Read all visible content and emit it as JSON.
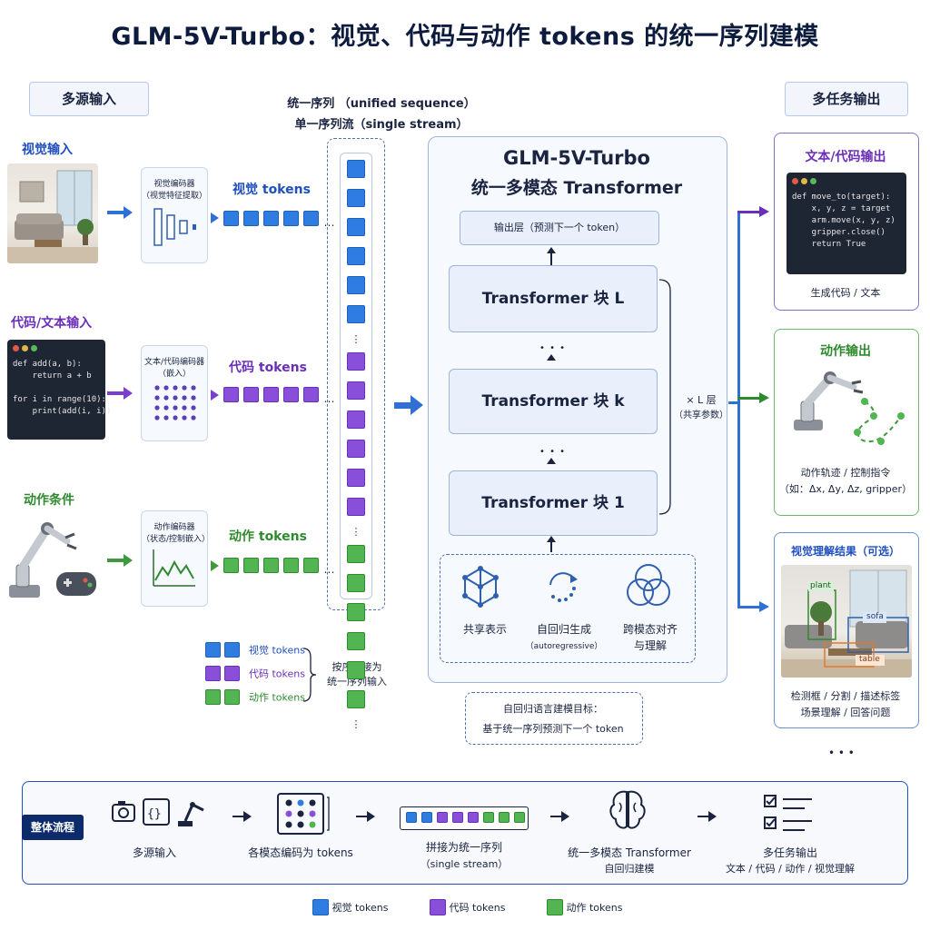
{
  "title": "GLM-5V-Turbo：视觉、代码与动作 tokens 的统一序列建模",
  "headers": {
    "input": "多源输入",
    "output": "多任务输出"
  },
  "seq_label": {
    "line1": "统一序列 （unified sequence）",
    "line2": "单一序列流（single stream）"
  },
  "inputs": {
    "visual": {
      "label": "视觉输入",
      "encoder_line1": "视觉编码器",
      "encoder_line2": "（视觉特征提取）",
      "tokens_label": "视觉 tokens"
    },
    "code": {
      "label": "代码/文本输入",
      "encoder_line1": "文本/代码编码器",
      "encoder_line2": "（嵌入）",
      "tokens_label": "代码 tokens",
      "code_lines": [
        "def add(a, b):",
        "    return a + b",
        "",
        "for i in range(10):",
        "    print(add(i, i))"
      ]
    },
    "action": {
      "label": "动作条件",
      "encoder_line1": "动作编码器",
      "encoder_line2": "（状态/控制嵌入）",
      "tokens_label": "动作 tokens"
    }
  },
  "ellipsis": "…",
  "vdots": "⋮",
  "legend_small": {
    "visual": "视觉 tokens",
    "code": "代码 tokens",
    "action": "动作 tokens",
    "note_line1": "按序拼接为",
    "note_line2": "统一序列输入"
  },
  "model": {
    "title_line1": "GLM-5V-Turbo",
    "title_line2": "统一多模态 Transformer",
    "output_layer": "输出层（预测下一个 token）",
    "block_L": "Transformer 块 L",
    "block_k": "Transformer 块 k",
    "block_1": "Transformer 块 1",
    "dots": "• • •",
    "layers_line1": "× L 层",
    "layers_line2": "（共享参数）",
    "features": [
      {
        "label": "共享表示",
        "sub": ""
      },
      {
        "label": "自回归生成",
        "sub": "（autoregressive）"
      },
      {
        "label": "跨模态对齐",
        "sub": "与理解"
      }
    ],
    "objective_line1": "自回归语言建模目标：",
    "objective_line2": "基于统一序列预测下一个 token"
  },
  "outputs": {
    "text": {
      "title": "文本/代码输出",
      "caption": "生成代码 / 文本",
      "code_lines": [
        "def move_to(target):",
        "    x, y, z = target",
        "    arm.move(x, y, z)",
        "    gripper.close()",
        "    return True"
      ]
    },
    "action": {
      "title": "动作输出",
      "caption_line1": "动作轨迹 / 控制指令",
      "caption_line2": "（如：Δx, Δy, Δz, gripper）"
    },
    "vision": {
      "title": "视觉理解结果（可选）",
      "caption_line1": "检测框 / 分割 / 描述标签",
      "caption_line2": "场景理解 / 回答问题",
      "box_labels": {
        "plant": "plant",
        "sofa": "sofa",
        "table": "table"
      }
    },
    "more": "• • •"
  },
  "flow": {
    "badge": "整体流程",
    "steps": [
      {
        "line1": "多源输入",
        "line2": ""
      },
      {
        "line1": "各模态编码为 tokens",
        "line2": ""
      },
      {
        "line1": "拼接为统一序列",
        "line2": "（single stream）"
      },
      {
        "line1": "统一多模态 Transformer",
        "line2": "自回归建模"
      },
      {
        "line1": "多任务输出",
        "line2": "文本 / 代码 / 动作 / 视觉理解"
      }
    ]
  },
  "legend": {
    "visual": "视觉 tokens",
    "code": "代码 tokens",
    "action": "动作 tokens"
  },
  "colors": {
    "visual": "#2f7de0",
    "code": "#8a4fd8",
    "action": "#52b552",
    "navy": "#0d2a6b"
  }
}
